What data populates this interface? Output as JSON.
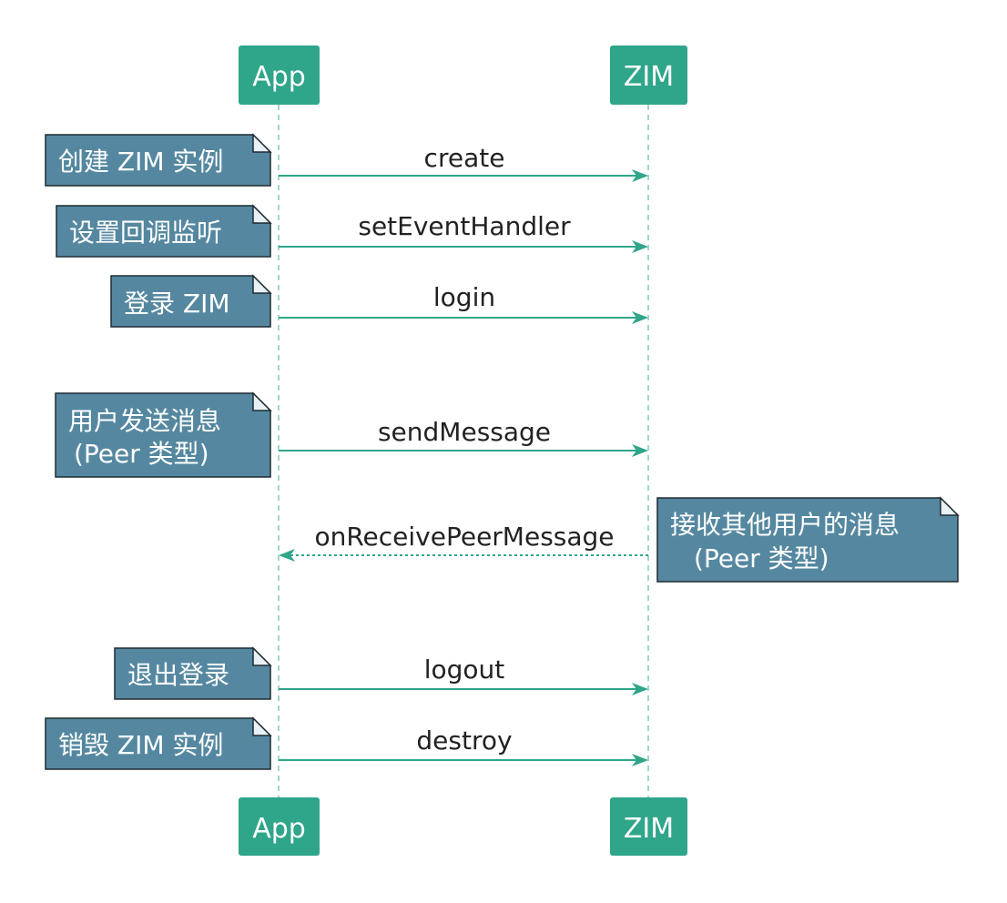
{
  "participants": {
    "app": "App",
    "zim": "ZIM"
  },
  "messages": [
    {
      "label": "create",
      "from": "App",
      "to": "ZIM",
      "style": "solid"
    },
    {
      "label": "setEventHandler",
      "from": "App",
      "to": "ZIM",
      "style": "solid"
    },
    {
      "label": "login",
      "from": "App",
      "to": "ZIM",
      "style": "solid"
    },
    {
      "label": "sendMessage",
      "from": "App",
      "to": "ZIM",
      "style": "solid"
    },
    {
      "label": "onReceivePeerMessage",
      "from": "ZIM",
      "to": "App",
      "style": "dotted"
    },
    {
      "label": "logout",
      "from": "App",
      "to": "ZIM",
      "style": "solid"
    },
    {
      "label": "destroy",
      "from": "App",
      "to": "ZIM",
      "style": "solid"
    }
  ],
  "notes": [
    {
      "lines": [
        "创建 ZIM 实例"
      ]
    },
    {
      "lines": [
        "设置回调监听"
      ]
    },
    {
      "lines": [
        "登录 ZIM"
      ]
    },
    {
      "lines": [
        "用户发送消息",
        "(Peer 类型)"
      ]
    },
    {
      "lines": [
        "接收其他用户的消息",
        "(Peer 类型)"
      ]
    },
    {
      "lines": [
        "退出登录"
      ]
    },
    {
      "lines": [
        "销毁 ZIM 实例"
      ]
    }
  ],
  "colors": {
    "participant": "#2fa58a",
    "arrow": "#2fa58a",
    "note": "#5588a0"
  }
}
